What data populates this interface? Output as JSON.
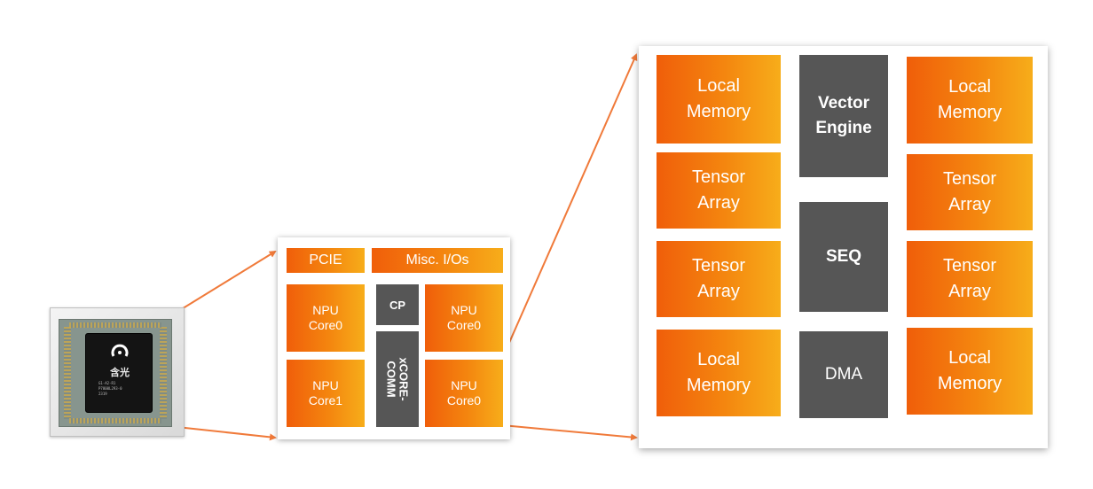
{
  "colors": {
    "orange_start": "#f05e0a",
    "orange_end": "#f7ad1a",
    "dark_block": "#565656",
    "connector": "#f07a3a"
  },
  "chip": {
    "brand": "含光",
    "marking_lines": [
      "G1-A2-R1",
      "P7800L293-0",
      "2319"
    ]
  },
  "soc": {
    "pcie": "PCIE",
    "misc_io": "Misc. I/Os",
    "cp": "CP",
    "xcore_comm": "xCORE-\nCOMM",
    "npu_top_left": "NPU\nCore0",
    "npu_bottom_left": "NPU\nCore1",
    "npu_top_right": "NPU\nCore0",
    "npu_bottom_right": "NPU\nCore0"
  },
  "core": {
    "left": [
      "Local\nMemory",
      "Tensor\nArray",
      "Tensor\nArray",
      "Local\nMemory"
    ],
    "center": [
      "Vector\nEngine",
      "SEQ",
      "DMA"
    ],
    "right": [
      "Local\nMemory",
      "Tensor\nArray",
      "Tensor\nArray",
      "Local\nMemory"
    ]
  }
}
